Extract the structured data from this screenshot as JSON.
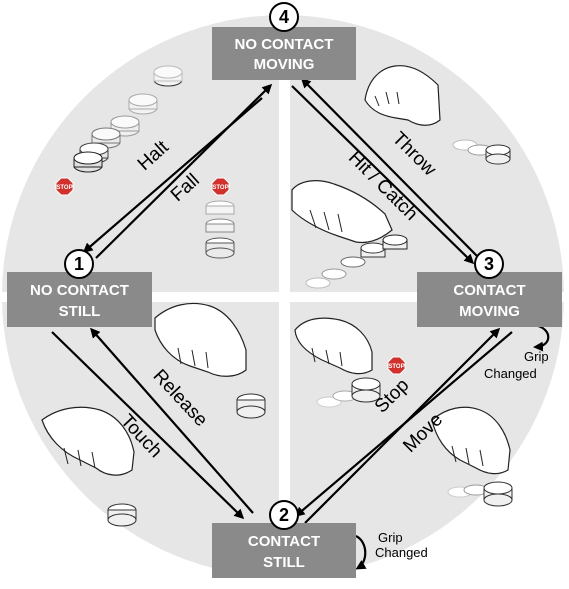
{
  "states": {
    "s1": {
      "number": "1",
      "line1": "NO CONTACT",
      "line2": "STILL"
    },
    "s2": {
      "number": "2",
      "line1": "CONTACT",
      "line2": "STILL"
    },
    "s3": {
      "number": "3",
      "line1": "CONTACT",
      "line2": "MOVING"
    },
    "s4": {
      "number": "4",
      "line1": "NO CONTACT",
      "line2": "MOVING"
    }
  },
  "transitions": {
    "halt": "Halt",
    "fall": "Fall",
    "throw": "Throw",
    "hit_catch": "Hit / Catch",
    "release": "Release",
    "touch": "Touch",
    "stop": "Stop",
    "move": "Move"
  },
  "grip": {
    "right_line1": "Grip",
    "right_line2": "Changed",
    "bottom_line1": "Grip",
    "bottom_line2": "Changed"
  },
  "stop_sign_text": "STOP",
  "colors": {
    "background_circle": "#e6e6e6",
    "state_box": "#8a8a8a",
    "stop_sign": "#d0312d"
  }
}
